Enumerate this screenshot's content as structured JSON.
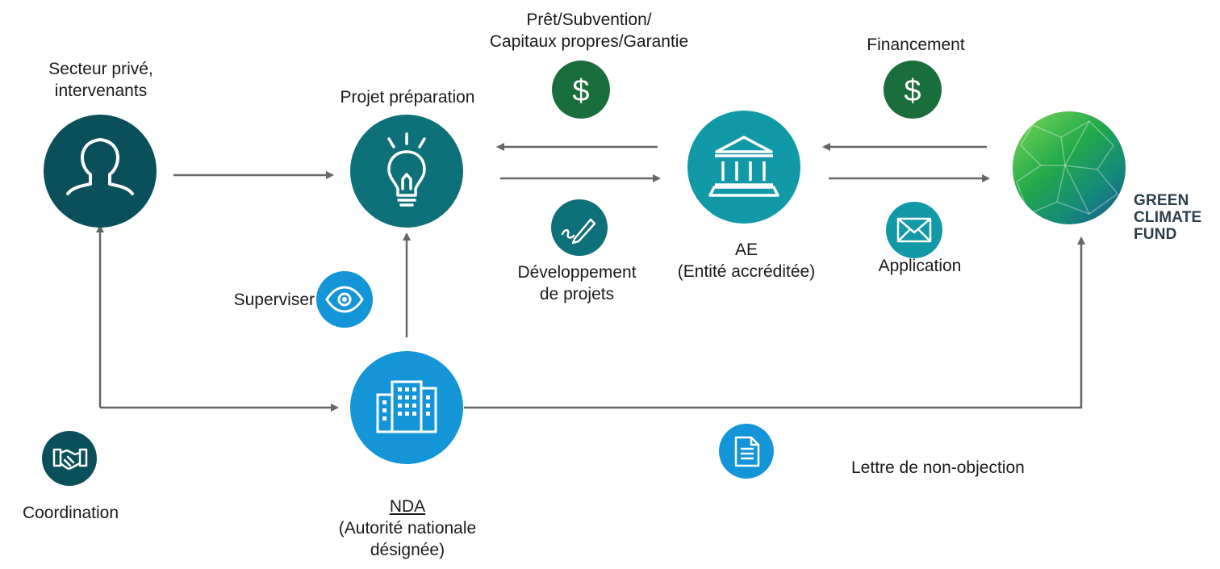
{
  "colors": {
    "dark_teal": "#0a4f5a",
    "mid_teal": "#0e7078",
    "light_teal": "#1199a7",
    "blue": "#1495d8",
    "green": "#1a6e3b",
    "arrow": "#666666"
  },
  "nodes": {
    "private_sector": {
      "label_lines": [
        "Secteur privé,",
        "intervenants"
      ],
      "icon": "person-icon"
    },
    "project_prep": {
      "label": "Projet préparation",
      "icon": "lightbulb-icon"
    },
    "ae": {
      "label_lines": [
        "AE",
        "(Entité accréditée)"
      ],
      "icon": "bank-icon"
    },
    "gcf": {
      "logo_lines": [
        "GREEN",
        "CLIMATE",
        "FUND"
      ],
      "icon": "globe-logo"
    },
    "nda": {
      "label_title": "NDA",
      "label_lines": [
        "(Autorité nationale",
        "désignée)"
      ],
      "icon": "buildings-icon"
    }
  },
  "annotations": {
    "loan": {
      "label_lines": [
        "Prêt/Subvention/",
        "Capitaux propres/Garantie"
      ],
      "icon": "dollar-icon"
    },
    "financing": {
      "label": "Financement",
      "icon": "dollar-icon"
    },
    "project_dev": {
      "label_lines": [
        "Développement",
        "de projets"
      ],
      "icon": "pencil-icon"
    },
    "application": {
      "label": "Application",
      "icon": "envelope-icon"
    },
    "supervise": {
      "label": "Superviser",
      "icon": "eye-icon"
    },
    "coordination": {
      "label": "Coordination",
      "icon": "handshake-icon"
    },
    "no_objection": {
      "label": "Lettre de non-objection",
      "icon": "document-icon"
    }
  }
}
